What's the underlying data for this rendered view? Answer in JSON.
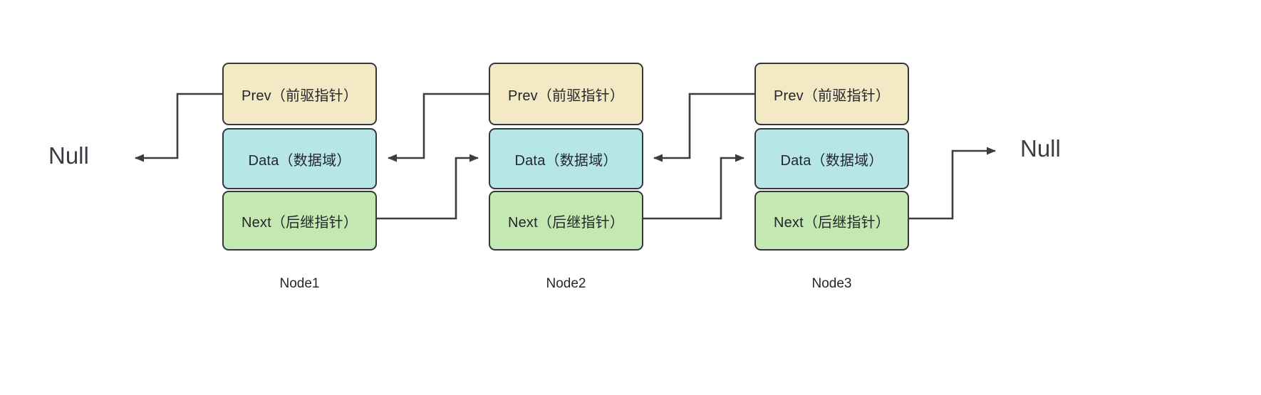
{
  "diagram": {
    "title": "doubly-linked-list",
    "background": "#ffffff",
    "stroke_color": "#33373d",
    "text_color": "#23272c",
    "colors": {
      "prev_field": "#f3e9c4",
      "data_field": "#b7e6e6",
      "next_field": "#c4e8b2",
      "border": "#33373d",
      "arrow": "#3a3e44"
    },
    "terminators": {
      "left": "Null",
      "right": "Null"
    },
    "field_labels": {
      "prev": "Prev（前驱指针）",
      "data": "Data（数据域）",
      "next": "Next（后继指针）"
    },
    "nodes": [
      {
        "id": "node1",
        "label": "Node1",
        "prev": "Prev（前驱指针）",
        "data": "Data（数据域）",
        "next": "Next（后继指针）"
      },
      {
        "id": "node2",
        "label": "Node2",
        "prev": "Prev（前驱指针）",
        "data": "Data（数据域）",
        "next": "Next（后继指针）"
      },
      {
        "id": "node3",
        "label": "Node3",
        "prev": "Prev（前驱指针）",
        "data": "Data（数据域）",
        "next": "Next（后继指针）"
      }
    ],
    "links": [
      {
        "name": "node1-prev-to-null",
        "from": "node1.prev",
        "to": "null-left",
        "direction": "left"
      },
      {
        "name": "node1-next-to-node2",
        "from": "node1.next",
        "to": "node2.data",
        "direction": "right"
      },
      {
        "name": "node2-prev-to-node1",
        "from": "node2.prev",
        "to": "node1.data",
        "direction": "left"
      },
      {
        "name": "node2-next-to-node3",
        "from": "node2.next",
        "to": "node3.data",
        "direction": "right"
      },
      {
        "name": "node3-prev-to-node2",
        "from": "node3.prev",
        "to": "node2.data",
        "direction": "left"
      },
      {
        "name": "node3-next-to-null",
        "from": "node3.next",
        "to": "null-right",
        "direction": "right"
      }
    ]
  }
}
